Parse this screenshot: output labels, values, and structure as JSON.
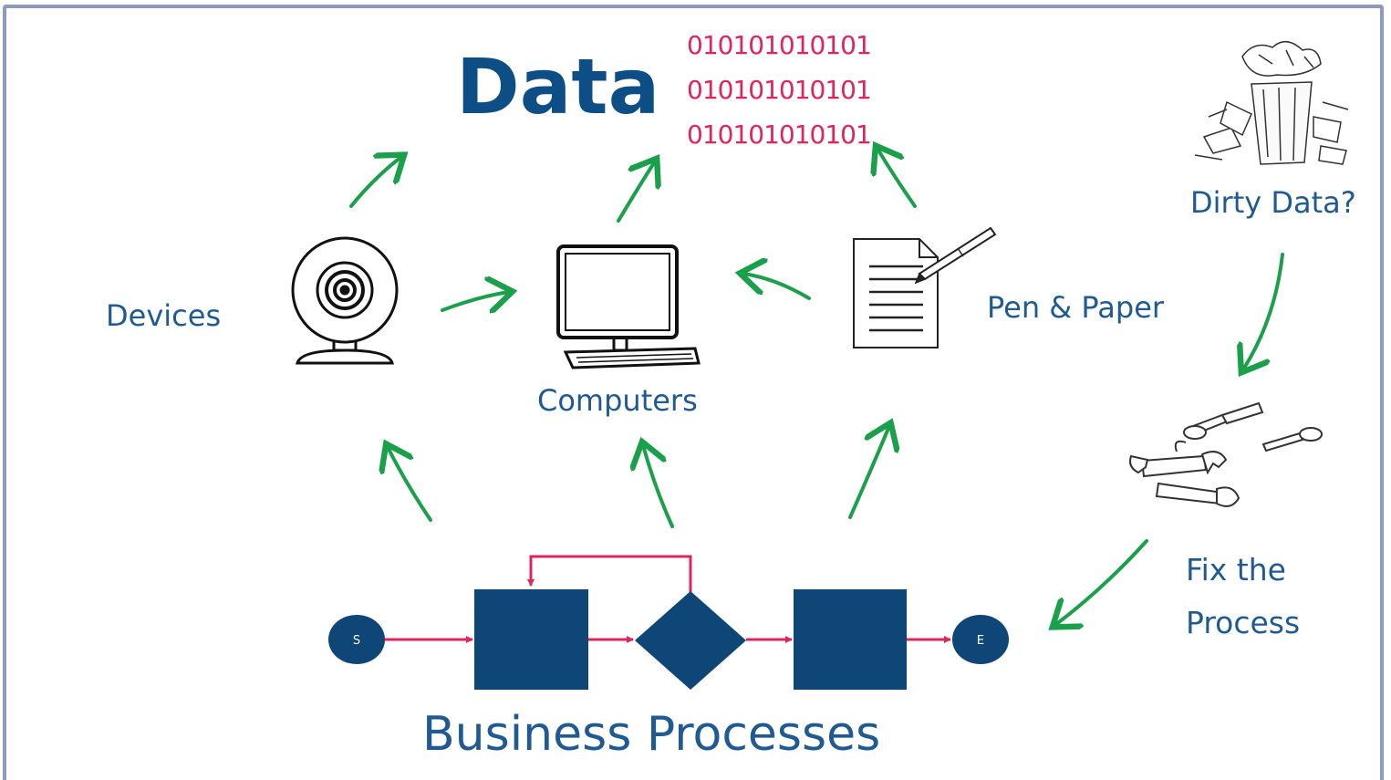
{
  "title": "Data",
  "binary": [
    "010101010101",
    "010101010101",
    "010101010101"
  ],
  "labels": {
    "devices": "Devices",
    "computers": "Computers",
    "pen_paper": "Pen & Paper",
    "dirty_data": "Dirty Data?",
    "fix_line1": "Fix the",
    "fix_line2": "Process",
    "business": "Business Processes"
  },
  "flow": {
    "start": "S",
    "end": "E"
  },
  "colors": {
    "arrow": "#1aa04a",
    "flow_shape": "#0d4677",
    "flow_line": "#e0245e",
    "label": "#1f5a93"
  },
  "icons": [
    "webcam-icon",
    "computer-icon",
    "document-pen-icon",
    "trash-pile-icon",
    "tools-icon"
  ]
}
